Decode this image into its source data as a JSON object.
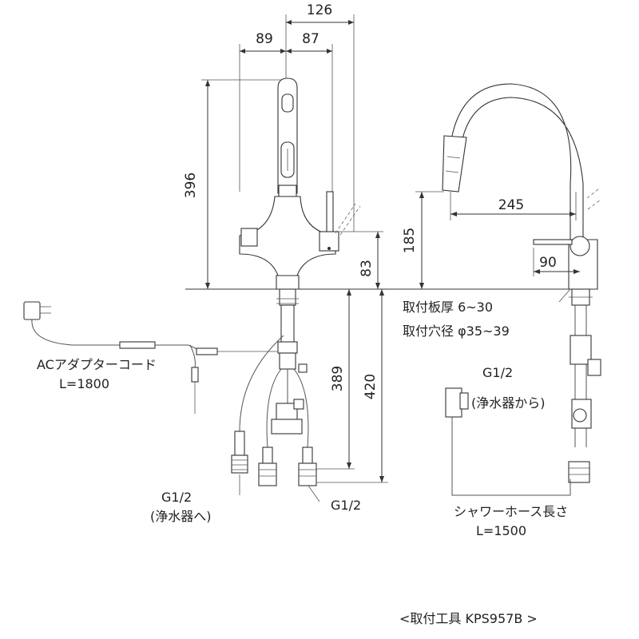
{
  "dimensions": {
    "top_total": "126",
    "top_left": "89",
    "top_right": "87",
    "height_spout": "396",
    "height_83": "83",
    "below_389": "389",
    "below_420": "420",
    "side_reach": "245",
    "side_height": "185",
    "side_90": "90"
  },
  "labels": {
    "ac_adapter": "ACアダプターコード",
    "ac_length": "L=1800",
    "g12_left": "G1/2",
    "to_purifier": "(浄水器へ)",
    "g12_bottom": "G1/2",
    "mount_thickness": "取付板厚 6~30",
    "mount_hole": "取付穴径 φ35~39",
    "g12_right": "G1/2",
    "from_purifier": "(浄水器から)",
    "shower_hose": "シャワーホース長さ",
    "shower_length": "L=1500",
    "tool": "<取付工具 KPS957B >"
  }
}
